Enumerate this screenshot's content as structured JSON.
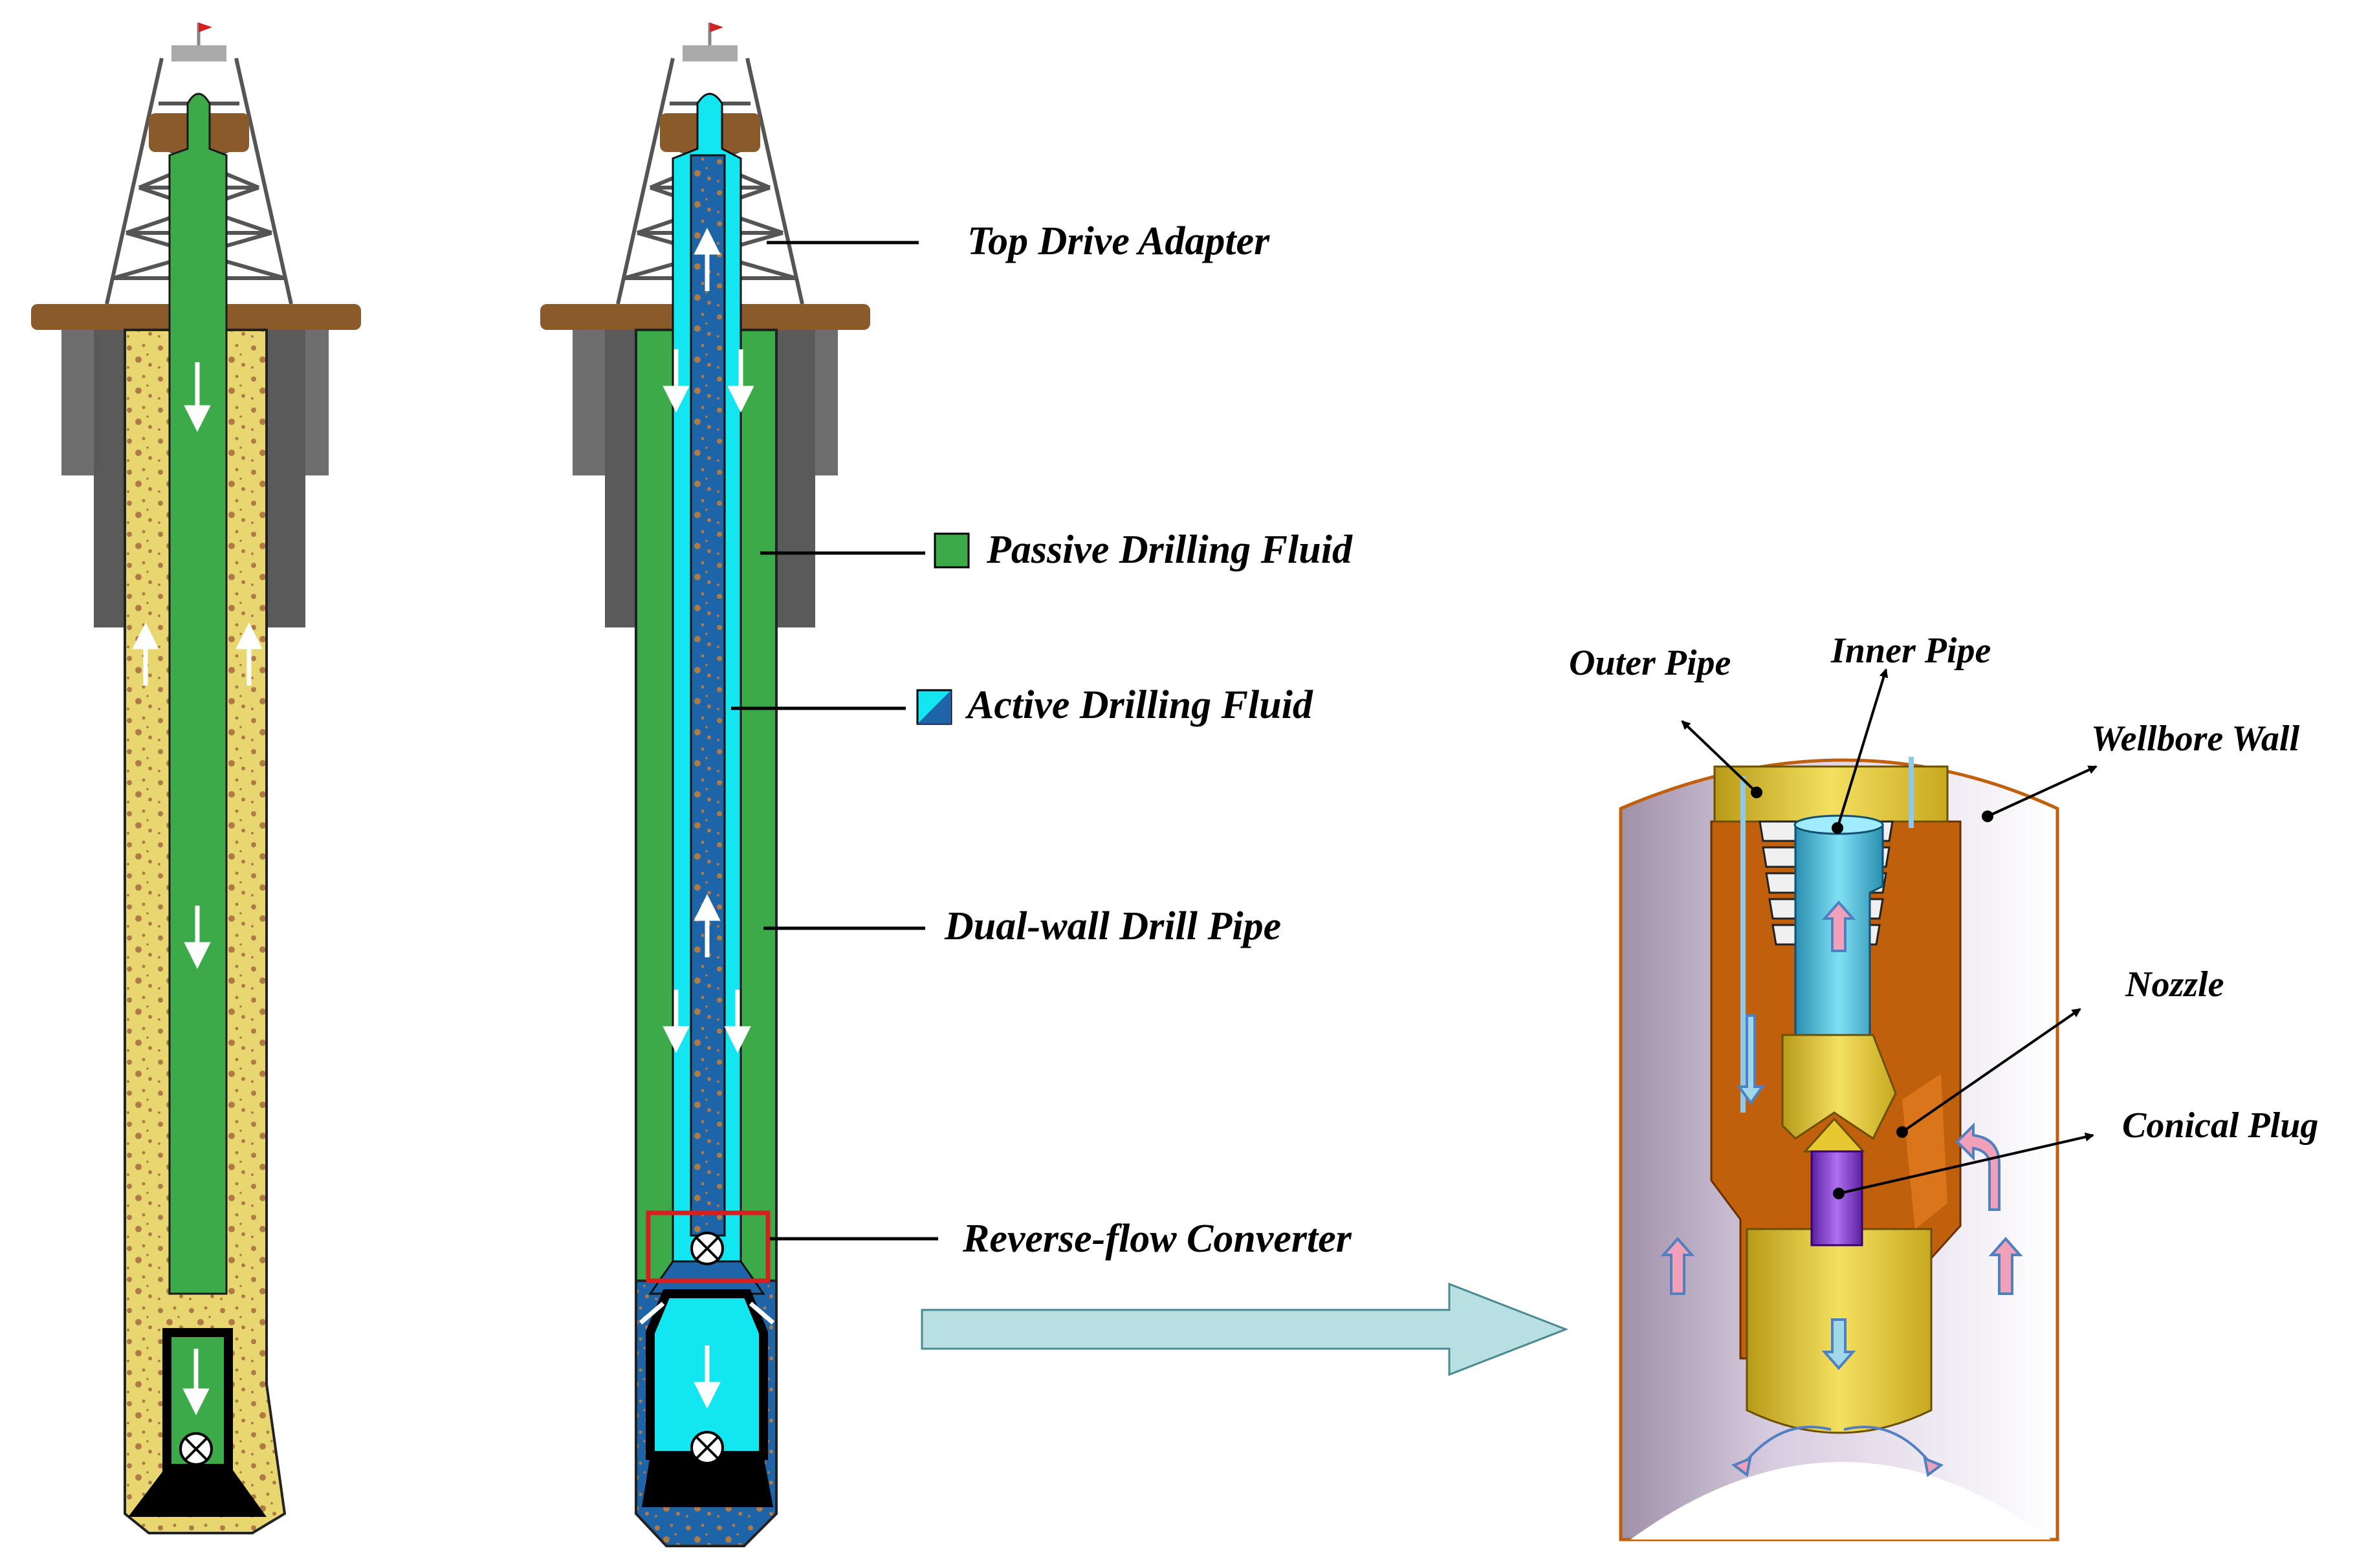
{
  "labels": {
    "top_drive_adapter": "Top Drive Adapter",
    "passive_drilling_fluid": "Passive Drilling Fluid",
    "active_drilling_fluid": "Active Drilling Fluid",
    "dual_wall_drill_pipe": "Dual-wall Drill Pipe",
    "reverse_flow_converter": "Reverse-flow Converter",
    "outer_pipe": "Outer Pipe",
    "inner_pipe": "Inner Pipe",
    "wellbore_wall": "Wellbore Wall",
    "nozzle": "Nozzle",
    "conical_plug": "Conical Plug"
  },
  "colors": {
    "passive_fluid": "#3daa4a",
    "active_fluid_light": "#12e6f0",
    "active_fluid_dark": "#1e64a8",
    "cuttings_annulus": "#e8d770",
    "cuttings_dots": "#b07a45",
    "casing": "#6e6e6e",
    "rig_floor": "#8b5a2b",
    "converter_highlight": "#d62020",
    "arrow_shape": "#b8e0e2",
    "outer_pipe_body": "#c0600c",
    "inner_pipe": "#3cb4d2",
    "yellow_part": "#e8c830",
    "plug": "#8a3cd2",
    "wellbore": "#c8b8d0"
  }
}
